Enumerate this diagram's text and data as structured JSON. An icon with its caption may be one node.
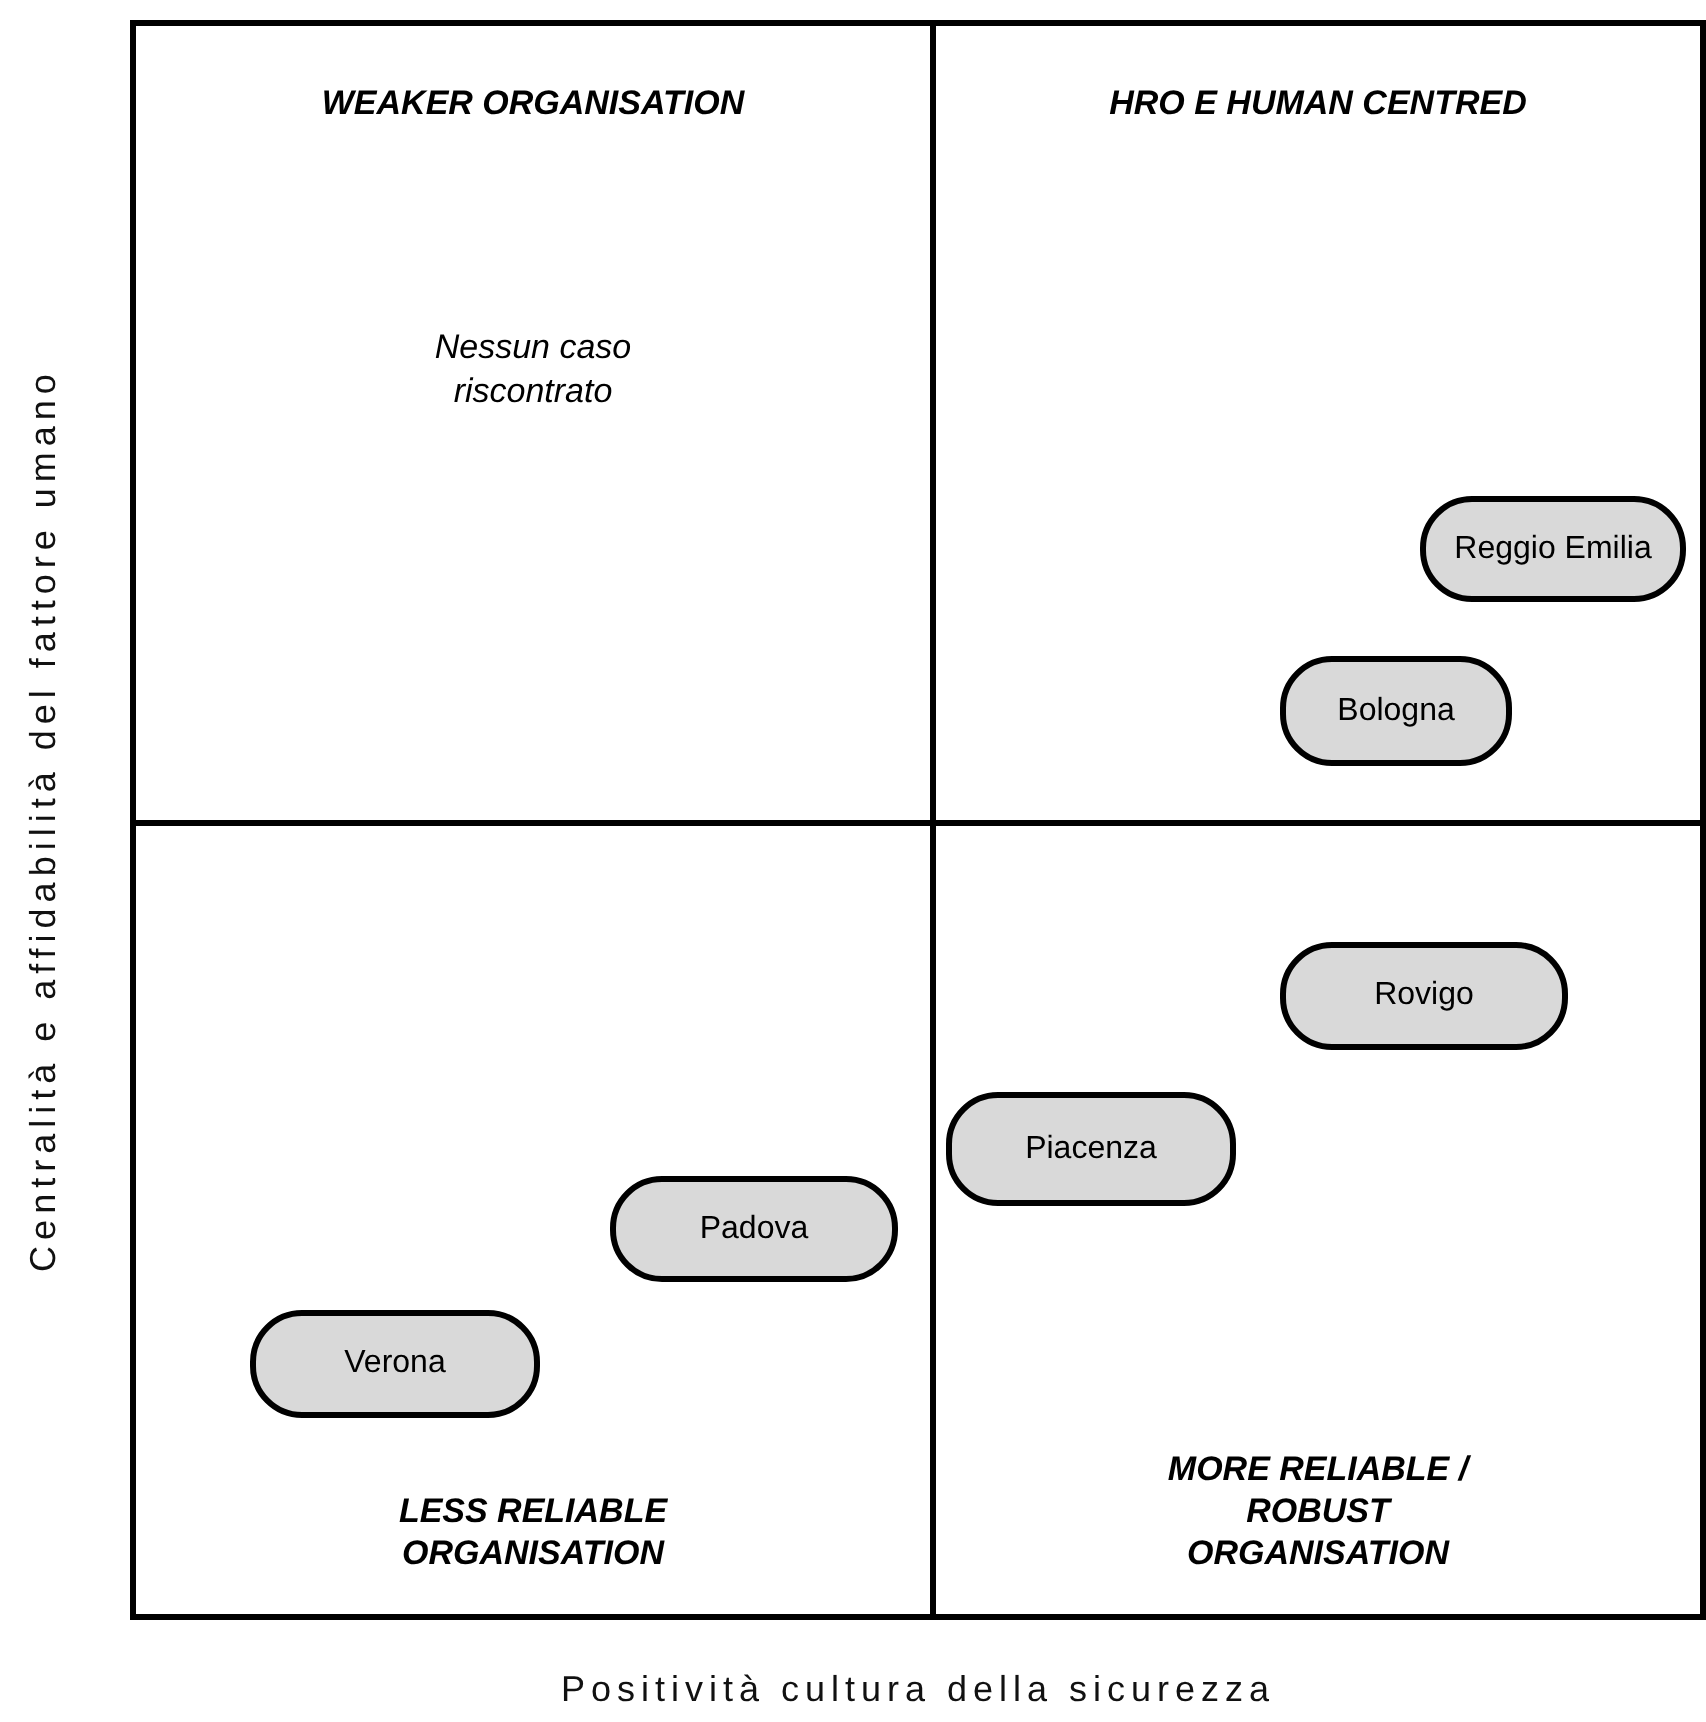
{
  "diagram": {
    "nodes": [
      {
        "text": [
          "WEAKER ORGANISATION",
          "Nessun caso riscontrato"
        ]
      },
      {
        "text": [
          "HRO E HUMAN CENTRED"
        ]
      },
      {
        "text": [
          "Reggio Emilia"
        ],
        "in": 1
      },
      {
        "text": [
          "Bologna"
        ],
        "in": 1
      },
      {
        "text": [
          "LESS RELIABLE ORGANISATION"
        ]
      },
      {
        "text": [
          "Padova"
        ],
        "in": 4
      },
      {
        "text": [
          "Verona"
        ],
        "in": 4
      },
      {
        "text": [
          "MORE RELIABLE / ROBUST ORGANISATION"
        ]
      },
      {
        "text": [
          "Rovigo"
        ],
        "in": 7
      },
      {
        "text": [
          "Piacenza"
        ],
        "in": 7
      }
    ],
    "edges": [],
    "labels": [
      "Centralità e affidabilità del fattore umano",
      "Positività cultura della sicurezza"
    ]
  }
}
